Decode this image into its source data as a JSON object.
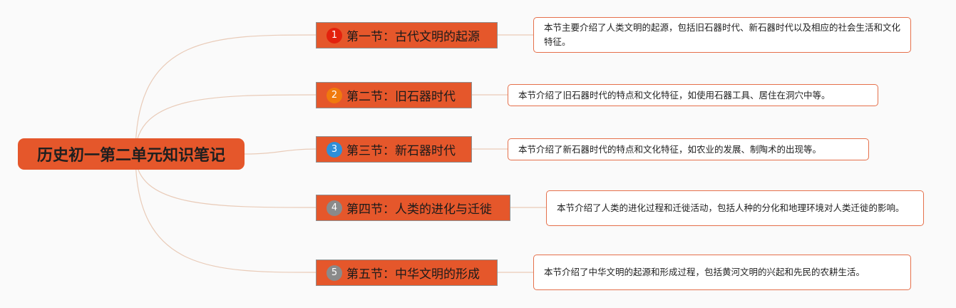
{
  "title": "历史初一第二单元知识笔记",
  "colors": {
    "accent": "#e5572b",
    "note_border": "#e5704b",
    "connector": "#e9cbb8",
    "background": "#fafafa"
  },
  "sections": [
    {
      "label": "第一节：古代文明的起源",
      "badge": "1",
      "badge_color": "#e3210d",
      "note": "本节主要介绍了人类文明的起源，包括旧石器时代、新石器时代以及相应的社会生活和文化特征。"
    },
    {
      "label": "第二节：旧石器时代",
      "badge": "2",
      "badge_color": "#f07a0e",
      "note": "本节介绍了旧石器时代的特点和文化特征，如使用石器工具、居住在洞穴中等。"
    },
    {
      "label": "第三节：新石器时代",
      "badge": "3",
      "badge_color": "#2f8fd8",
      "note": "本节介绍了新石器时代的特点和文化特征，如农业的发展、制陶术的出现等。"
    },
    {
      "label": "第四节：人类的进化与迁徙",
      "badge": "4",
      "badge_color": "#8a8a8a",
      "note": "本节介绍了人类的进化过程和迁徙活动，包括人种的分化和地理环境对人类迁徙的影响。"
    },
    {
      "label": "第五节：中华文明的形成",
      "badge": "5",
      "badge_color": "#8a8a8a",
      "note": "本节介绍了中华文明的起源和形成过程，包括黄河文明的兴起和先民的农耕生活。"
    }
  ]
}
